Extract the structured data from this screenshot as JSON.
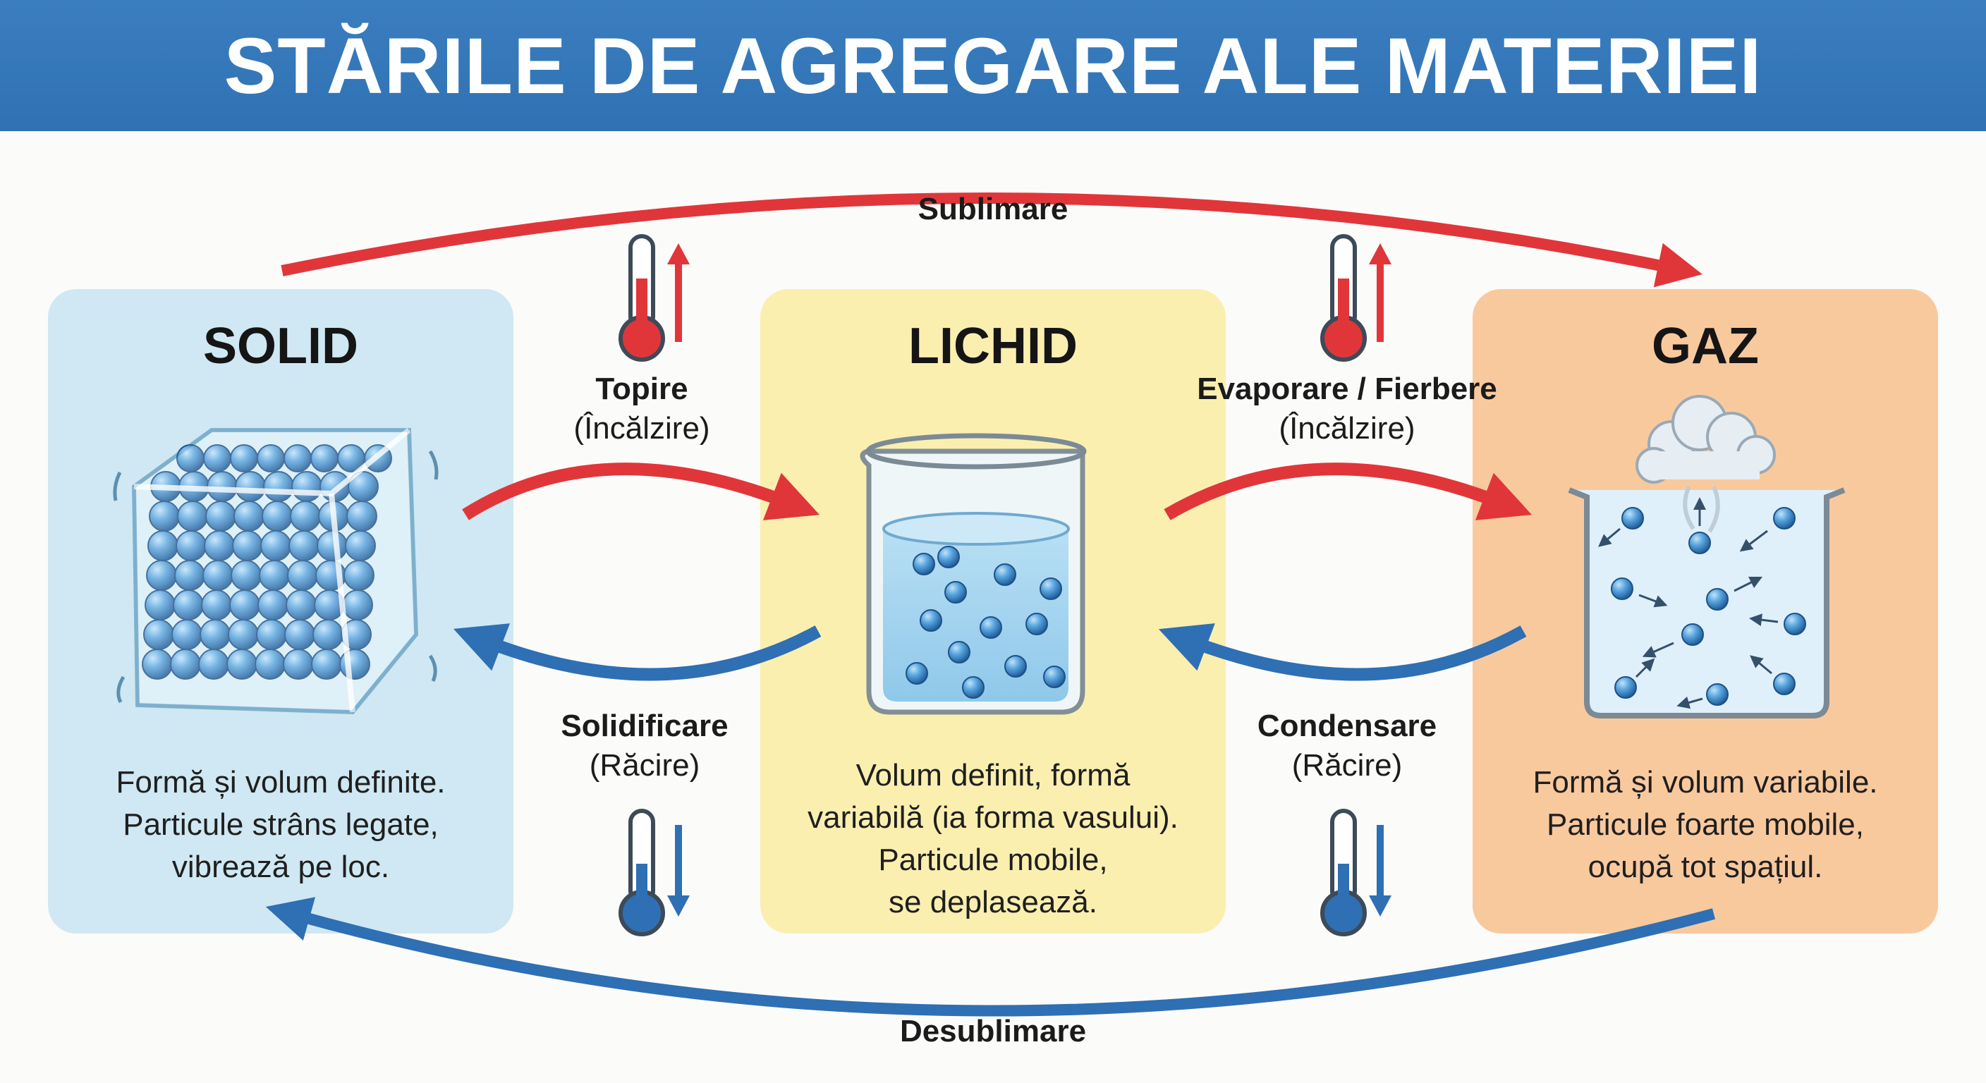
{
  "title": "STĂRILE DE AGREGARE ALE MATERIEI",
  "states": [
    {
      "id": "solid",
      "name": "SOLID",
      "description": [
        "Formă și volum definite.",
        "Particule strâns legate,",
        "vibrează pe loc."
      ]
    },
    {
      "id": "liquid",
      "name": "LICHID",
      "description": [
        "Volum definit, formă",
        "variabilă (ia forma vasului).",
        "Particule mobile,",
        "se deplasează."
      ]
    },
    {
      "id": "gas",
      "name": "GAZ",
      "description": [
        "Formă și volum variabile.",
        "Particule foarte mobile,",
        "ocupă tot spațiul."
      ]
    }
  ],
  "transitions": {
    "sublimation": "Sublimare",
    "deposition": "Desublimare",
    "melting": {
      "name": "Topire",
      "condition": "(Încălzire)"
    },
    "solidification": {
      "name": "Solidificare",
      "condition": "(Răcire)"
    },
    "vaporization": {
      "name": "Evaporare / Fierbere",
      "condition": "(Încălzire)"
    },
    "condensation": {
      "name": "Condensare",
      "condition": "(Răcire)"
    }
  },
  "colors": {
    "header": "#3277b9",
    "heating_arrow": "#e0363a",
    "cooling_arrow": "#2f6fb3",
    "solid_panel": "#cfe8f3",
    "liquid_panel": "#fbefb0",
    "gas_panel": "#f9c99e",
    "particle": "#4f9ad6"
  },
  "icons": {
    "heating": "thermometer-up-icon",
    "cooling": "thermometer-down-icon",
    "solid": "ice-cube-icon",
    "liquid": "beaker-icon",
    "gas": "open-container-icon"
  }
}
